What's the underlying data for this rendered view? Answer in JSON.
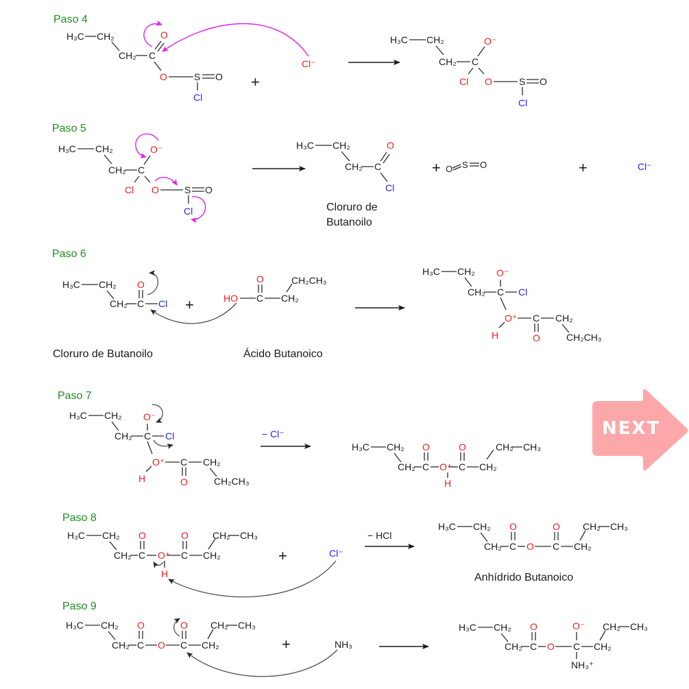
{
  "steps": [
    {
      "label": "Paso 4"
    },
    {
      "label": "Paso 5"
    },
    {
      "label": "Paso 6"
    },
    {
      "label": "Paso 7"
    },
    {
      "label": "Paso 8"
    },
    {
      "label": "Paso 9"
    }
  ],
  "names": {
    "butanoyl_chloride_line1": "Cloruro de",
    "butanoyl_chloride_line2": "Butanoilo",
    "butanoyl_chloride": "Cloruro de Butanoilo",
    "butanoic_acid": "Ácido Butanoico",
    "butanoic_anhydride": "Anhídrido Butanoico"
  },
  "conditions": {
    "step7": "− Cl⁻",
    "step8": "− HCl"
  },
  "atoms": {
    "H3C": "H₃C",
    "CH2": "CH₂",
    "CH3": "CH₃",
    "CH2CH3": "CH₂CH₃",
    "C": "C",
    "O": "O",
    "Om": "O⁻",
    "Op": "O⁺",
    "S": "S",
    "Cl": "Cl",
    "Clm": "Cl⁻",
    "HO": "HO",
    "H": "H",
    "NH3": "NH₃",
    "NH3p": "NH₃⁺",
    "plus": "+"
  },
  "colors": {
    "step_label": "#228b22",
    "oxygen": "#f01c1c",
    "chlorine": "#2222f0",
    "mechanism_arrow": "#e020e8",
    "next_button": "#fca8ab"
  },
  "nav": {
    "next_label": "NEXT"
  }
}
